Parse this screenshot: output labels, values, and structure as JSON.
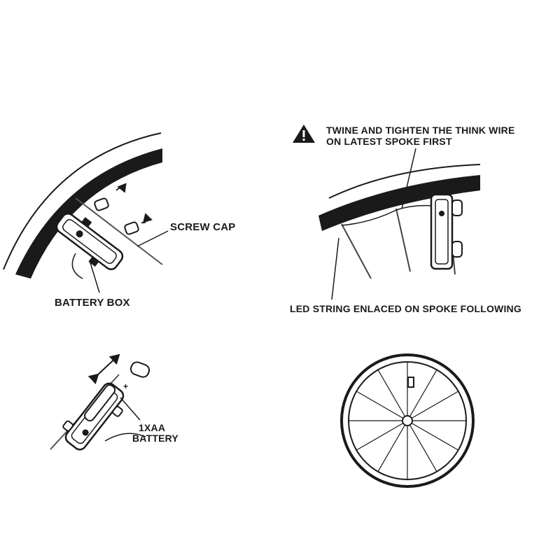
{
  "labels": {
    "screw_cap": "SCREW CAP",
    "battery_box": "BATTERY BOX",
    "warning_line1": "TWINE AND TIGHTEN THE THINK WIRE",
    "warning_line2": "ON LATEST SPOKE FIRST",
    "led_string": "LED  STRING  ENLACED ON SPOKE FOLLOWING",
    "battery_type_line1": "1XAA",
    "battery_type_line2": "BATTERY",
    "battery_plus": "+"
  },
  "colors": {
    "ink": "#1a1a1a",
    "paper": "#ffffff",
    "line": "#444444"
  },
  "icons": {
    "warning": "warning-triangle-icon",
    "rotate": "rotate-arrow-icon",
    "double_arrow": "double-arrow-icon"
  }
}
